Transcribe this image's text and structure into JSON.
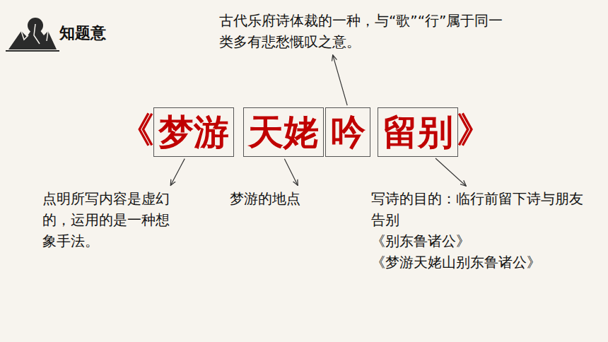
{
  "diagram": {
    "nodes": [
      {
        "text": [
          "梦游"
        ]
      },
      {
        "text": [
          "天姥"
        ]
      },
      {
        "text": [
          "吟"
        ]
      },
      {
        "text": [
          "留别"
        ]
      },
      {
        "text": [
          "古代乐府诗体裁的一种，与“歌”“行”属于同一类多有悲愁慨叹之意。"
        ]
      },
      {
        "text": [
          "点明所写内容是虚幻的，运用的是一种想象手法。"
        ]
      },
      {
        "text": [
          "梦游的地点"
        ]
      },
      {
        "text": [
          "写诗的目的：临行前留下诗与朋友告别",
          "《别东鲁诸公》",
          "《梦游天姥山别东鲁诸公》"
        ]
      }
    ],
    "edges": [
      {
        "from": 2,
        "to": 4,
        "arrow": "to"
      },
      {
        "from": 0,
        "to": 5,
        "arrow": "to"
      },
      {
        "from": 1,
        "to": 6,
        "arrow": "to"
      },
      {
        "from": 3,
        "to": 7,
        "arrow": "to"
      }
    ],
    "labels": [
      "知题意",
      "《",
      "》"
    ]
  }
}
